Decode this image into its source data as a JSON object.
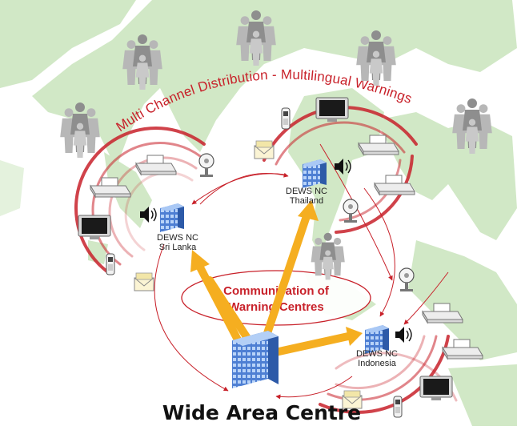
{
  "header_arc_text": "Multi Channel Distribution - Multilingual Warnings",
  "center_box": {
    "line1": "Communication of",
    "line2": "Warning Centres"
  },
  "wide_area_centre": "Wide Area Centre",
  "nodes": [
    {
      "id": "sri-lanka",
      "line1": "DEWS NC",
      "line2": "Sri Lanka"
    },
    {
      "id": "thailand",
      "line1": "DEWS NC",
      "line2": "Thailand"
    },
    {
      "id": "indonesia",
      "line1": "DEWS NC",
      "line2": "Indonesia"
    }
  ],
  "colors": {
    "map_land": "#cfe7c3",
    "ring_red": "#c8212a",
    "arrow_gold": "#f6b324",
    "building_blue": "#4f7fd0",
    "people_gray": "#9b9b9b"
  },
  "icons": [
    "person-group-icon",
    "fax-icon",
    "tv-monitor-icon",
    "siren-icon",
    "mobile-phone-icon",
    "envelope-icon",
    "building-icon",
    "speaker-icon"
  ]
}
